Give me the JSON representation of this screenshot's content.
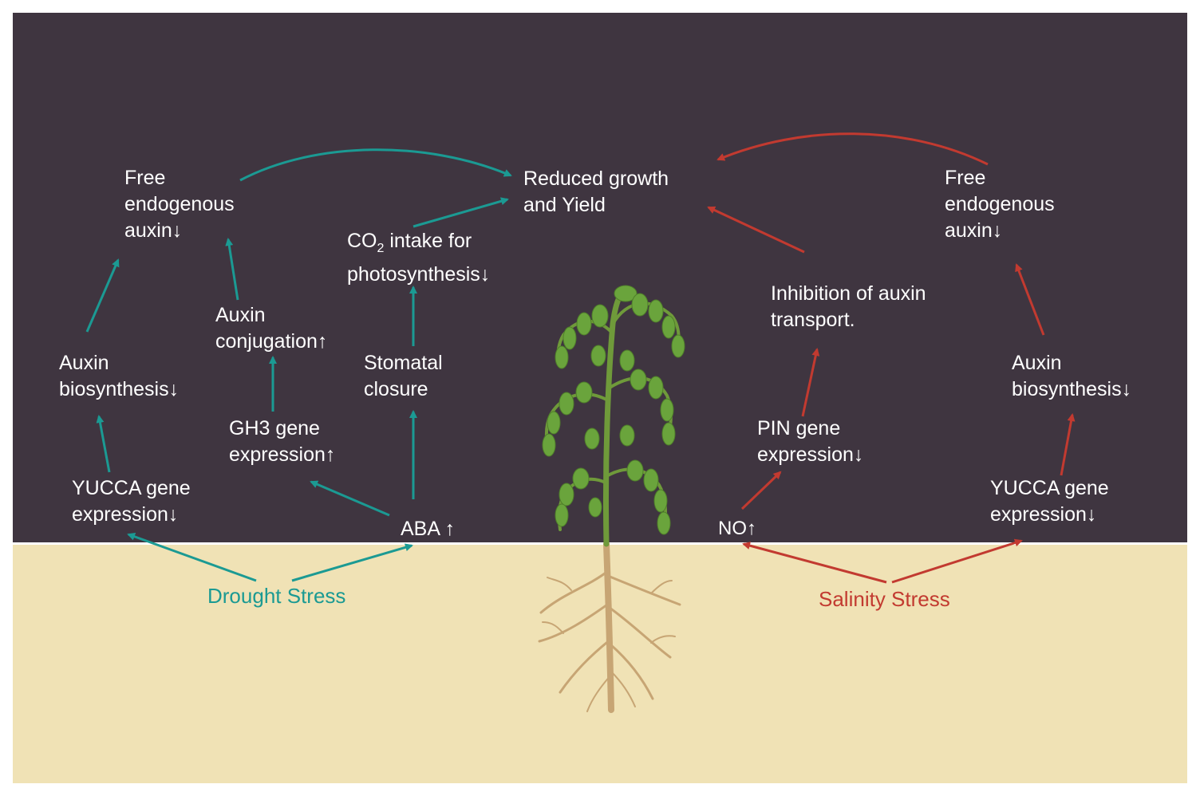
{
  "colors": {
    "sky": "#3f3540",
    "soil": "#f0e2b5",
    "drought": "#1b9a93",
    "salinity": "#c23a30",
    "text": "#ffffff",
    "leaf": "#6aa43c",
    "root": "#c7a574"
  },
  "stresses": {
    "drought": "Drought Stress",
    "salinity": "Salinity Stress"
  },
  "center": {
    "line1": "Reduced growth",
    "line2": "and Yield"
  },
  "drought_nodes": {
    "free_auxin": [
      "Free",
      "endogenous",
      "auxin↓"
    ],
    "auxin_biosynthesis": [
      "Auxin",
      "biosynthesis↓"
    ],
    "yucca": [
      "YUCCA gene",
      "expression↓"
    ],
    "auxin_conjugation": [
      "Auxin",
      "conjugation↑"
    ],
    "gh3": [
      "GH3 gene",
      "expression↑"
    ],
    "co2": {
      "prefix": "CO",
      "sub": "2",
      "rest": " intake for",
      "line2": "photosynthesis↓"
    },
    "stomatal": [
      "Stomatal",
      "closure"
    ],
    "aba": "ABA ↑"
  },
  "salinity_nodes": {
    "inhibition": [
      "Inhibition of auxin",
      "transport."
    ],
    "pin": [
      "PIN gene",
      "expression↓"
    ],
    "no": "NO↑",
    "free_auxin": [
      "Free",
      "endogenous",
      "auxin↓"
    ],
    "auxin_biosynthesis": [
      "Auxin",
      "biosynthesis↓"
    ],
    "yucca": [
      "YUCCA gene",
      "expression↓"
    ]
  },
  "icons": [
    "plant-illustration",
    "arrow-icon"
  ]
}
